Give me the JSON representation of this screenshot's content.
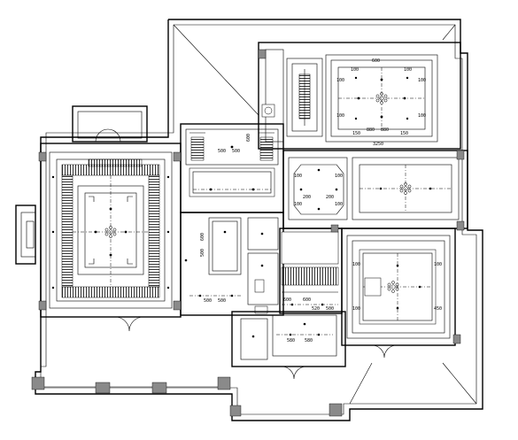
{
  "plan": {
    "dims": {
      "upper_right_ceiling": [
        "600",
        "100",
        "100",
        "100",
        "100",
        "100",
        "100",
        "150",
        "150",
        "880",
        "880",
        "3250"
      ],
      "stair_hall": [
        "500",
        "500",
        "600"
      ],
      "hall": [
        "500",
        "500",
        "600"
      ],
      "octagon_room": [
        "100",
        "100",
        "100",
        "100",
        "200",
        "200"
      ],
      "lower_right_room": [
        "100",
        "100",
        "100",
        "450"
      ],
      "center_rooms": [
        "500",
        "500",
        "500",
        "600",
        "600",
        "600",
        "520",
        "500"
      ],
      "bottom_corridor": [
        "580",
        "580"
      ]
    },
    "colors": {
      "line": "#000000",
      "column": "#8a8a8a"
    }
  }
}
